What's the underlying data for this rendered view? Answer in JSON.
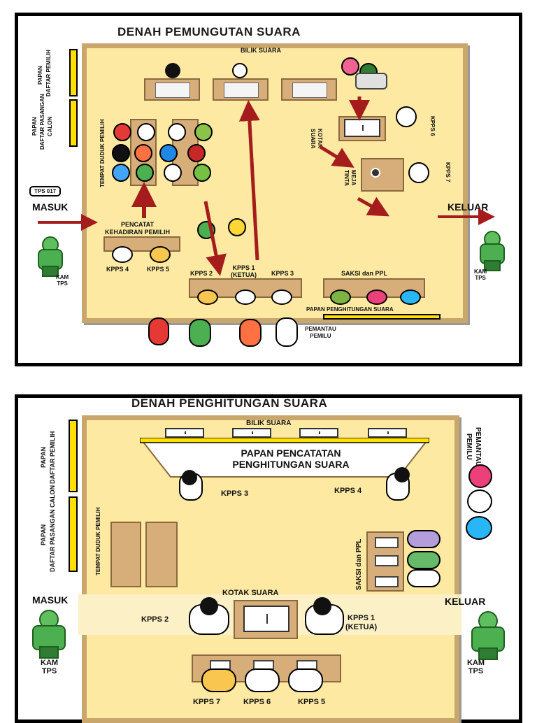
{
  "top": {
    "title": "DENAH PEMUNGUTAN SUARA",
    "bilik_suara": "BILIK SUARA",
    "papan_daftar_pemilih": [
      "PAPAN",
      "DAFTAR PEMILIH"
    ],
    "papan_daftar_pasangan_calon": [
      "PAPAN",
      "DAFTAR PASANGAN",
      "CALON"
    ],
    "tempat_duduk_pemilih": "TEMPAT DUDUK PEMILIH",
    "tps_tag": "TPS 017",
    "masuk": "MASUK",
    "keluar": "KELUAR",
    "pencatat": [
      "PENCATAT",
      "KEHADIRAN PEMILIH"
    ],
    "kpps4": "KPPS 4",
    "kpps5": "KPPS 5",
    "kpps2": "KPPS 2",
    "kpps1": [
      "KPPS 1",
      "(KETUA)"
    ],
    "kpps3": "KPPS 3",
    "kotak_suara": [
      "KOTAK",
      "SUARA"
    ],
    "meja_tinta": [
      "MEJA",
      "TINTA"
    ],
    "kpps6": "KPPS 6",
    "kpps7": "KPPS 7",
    "saksi_ppl": "SAKSI dan PPL",
    "papan_penghitungan": "PAPAN PENGHITUNGAN SUARA",
    "pemantau": [
      "PEMANTAU",
      "PEMILU"
    ],
    "kam_left": [
      "KAM",
      "TPS"
    ],
    "kam_right": [
      "KAM",
      "TPS"
    ]
  },
  "bottom": {
    "title": "DENAH PENGHITUNGAN SUARA",
    "bilik_suara": "BILIK SUARA",
    "papan_daftar_pemilih": [
      "PAPAN",
      "DAFTAR PEMILIH"
    ],
    "papan_daftar_pasangan_calon": [
      "PAPAN",
      "DAFTAR PASANGAN CALON"
    ],
    "tempat_duduk_pemilih": "TEMPAT DUDUK PEMILIH",
    "papan_pencatatan": [
      "PAPAN PENCATATAN",
      "PENGHITUNGAN SUARA"
    ],
    "pemantau": [
      "PEMANTAU",
      "PEMILU"
    ],
    "kpps3": "KPPS 3",
    "kpps4": "KPPS 4",
    "saksi_ppl": "SAKSI dan PPL",
    "masuk": "MASUK",
    "keluar": "KELUAR",
    "kotak_suara": "KOTAK SUARA",
    "kpps2": "KPPS 2",
    "kpps1": [
      "KPPS 1",
      "(KETUA)"
    ],
    "kpps7": "KPPS 7",
    "kpps6": "KPPS 6",
    "kpps5": "KPPS 5",
    "kam_left": [
      "KAM",
      "TPS"
    ],
    "kam_right": [
      "KAM",
      "TPS"
    ]
  },
  "colors": {
    "floor": "#fde9a2",
    "wall": "#c9a66b",
    "arrow": "#a51c1c",
    "board": "#ffe000",
    "table": "#d7ae7a"
  }
}
